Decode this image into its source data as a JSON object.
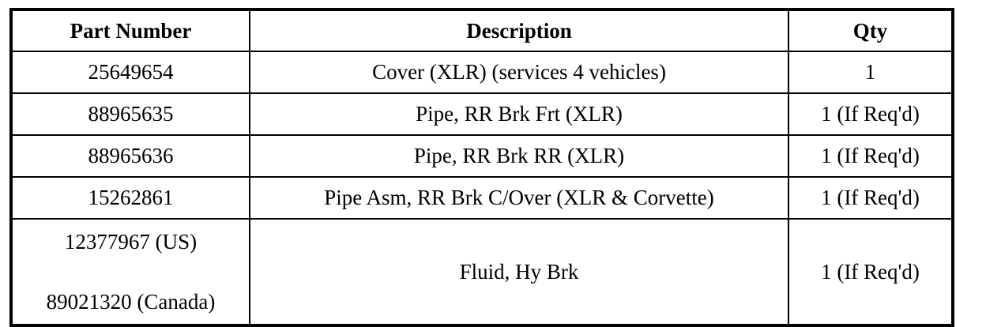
{
  "document": {
    "type": "parts-table",
    "ink_color": "#000000",
    "paper_color": "#ffffff"
  },
  "table": {
    "columns": [
      {
        "key": "part_number",
        "header": "Part Number"
      },
      {
        "key": "description",
        "header": "Description"
      },
      {
        "key": "qty",
        "header": "Qty"
      }
    ],
    "rows": [
      {
        "part_number": "25649654",
        "description": "Cover (XLR) (services 4 vehicles)",
        "qty": "1"
      },
      {
        "part_number": "88965635",
        "description": "Pipe, RR Brk Frt (XLR)",
        "qty": "1 (If Req'd)"
      },
      {
        "part_number": "88965636",
        "description": "Pipe, RR Brk RR (XLR)",
        "qty": "1 (If Req'd)"
      },
      {
        "part_number": "15262861",
        "description": "Pipe Asm, RR Brk C/Over (XLR & Corvette)",
        "qty": "1 (If Req'd)"
      }
    ],
    "last_row": {
      "part_number_line1": "12377967 (US)",
      "part_number_line2": "89021320 (Canada)",
      "description": "Fluid, Hy Brk",
      "qty": "1 (If Req'd)"
    }
  }
}
